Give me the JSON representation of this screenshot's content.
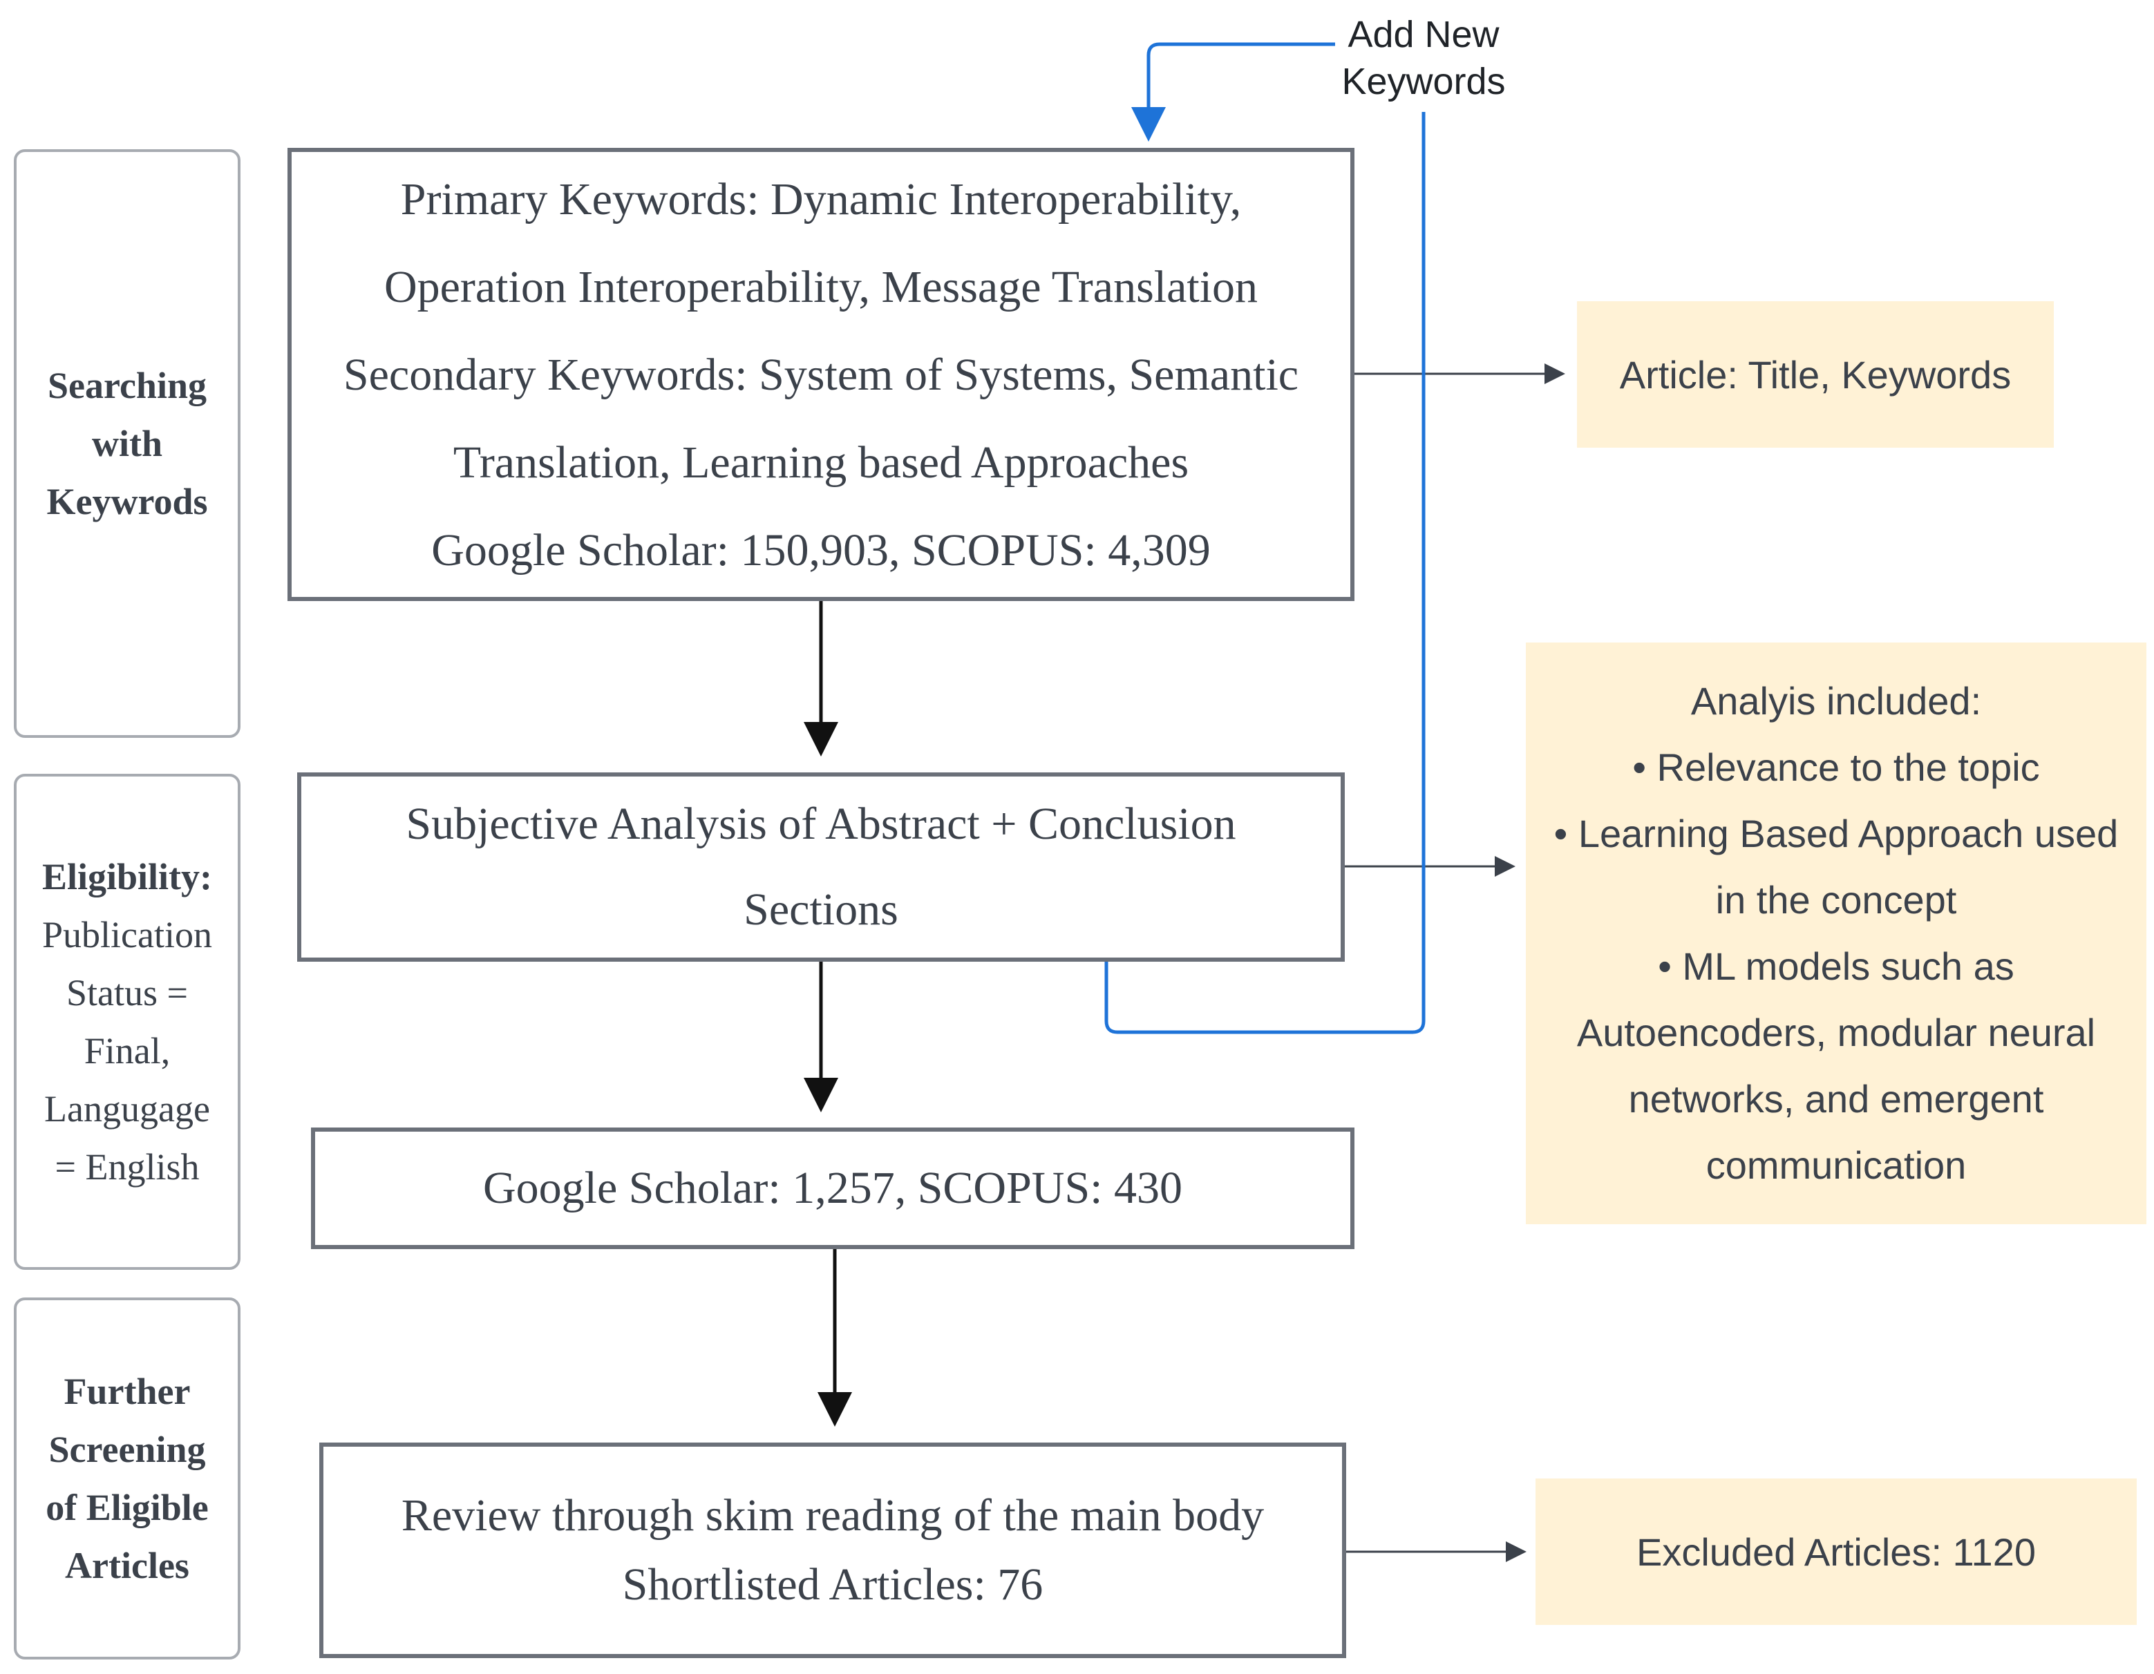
{
  "stages": {
    "searching": {
      "line1": "Searching",
      "line2": "with",
      "line3": "Keywrods"
    },
    "eligibility": {
      "heading": "Eligibility:",
      "lines": [
        "Publication",
        "Status =",
        "Final,",
        "Langugage",
        "= English"
      ]
    },
    "screening": {
      "line1": "Further",
      "line2": "Screening",
      "line3": "of Eligible",
      "line4": "Articles"
    }
  },
  "boxes": {
    "keywords": {
      "lines": [
        "Primary Keywords: Dynamic Interoperability,",
        "Operation Interoperability, Message Translation",
        "Secondary Keywords: System of Systems, Semantic",
        "Translation, Learning based Approaches",
        "Google Scholar: 150,903, SCOPUS: 4,309"
      ]
    },
    "subjective": {
      "lines": [
        "Subjective Analysis of Abstract + Conclusion",
        "Sections"
      ]
    },
    "counts": {
      "lines": [
        "Google Scholar: 1,257, SCOPUS: 430"
      ]
    },
    "review": {
      "lines": [
        "Review through skim reading of the main body",
        "Shortlisted Articles: 76"
      ]
    }
  },
  "notes": {
    "article": {
      "text": "Article: Title, Keywords"
    },
    "analysis": {
      "lines": [
        "Analyis included:",
        "• Relevance to the topic",
        "• Learning Based Approach used",
        "in the concept",
        "• ML models such as",
        "Autoencoders, modular neural",
        "networks, and emergent",
        "communication"
      ]
    },
    "excluded": {
      "text": "Excluded Articles: 1120"
    }
  },
  "loop": {
    "line1": "Add New",
    "line2": "Keywords"
  },
  "colors": {
    "box_border": "#6b7079",
    "stage_border": "#a7abb1",
    "note_fill": "#fff2d6",
    "loop_line": "#1e73d8",
    "arrow": "#111111",
    "thin_arrow": "#3b414a"
  }
}
